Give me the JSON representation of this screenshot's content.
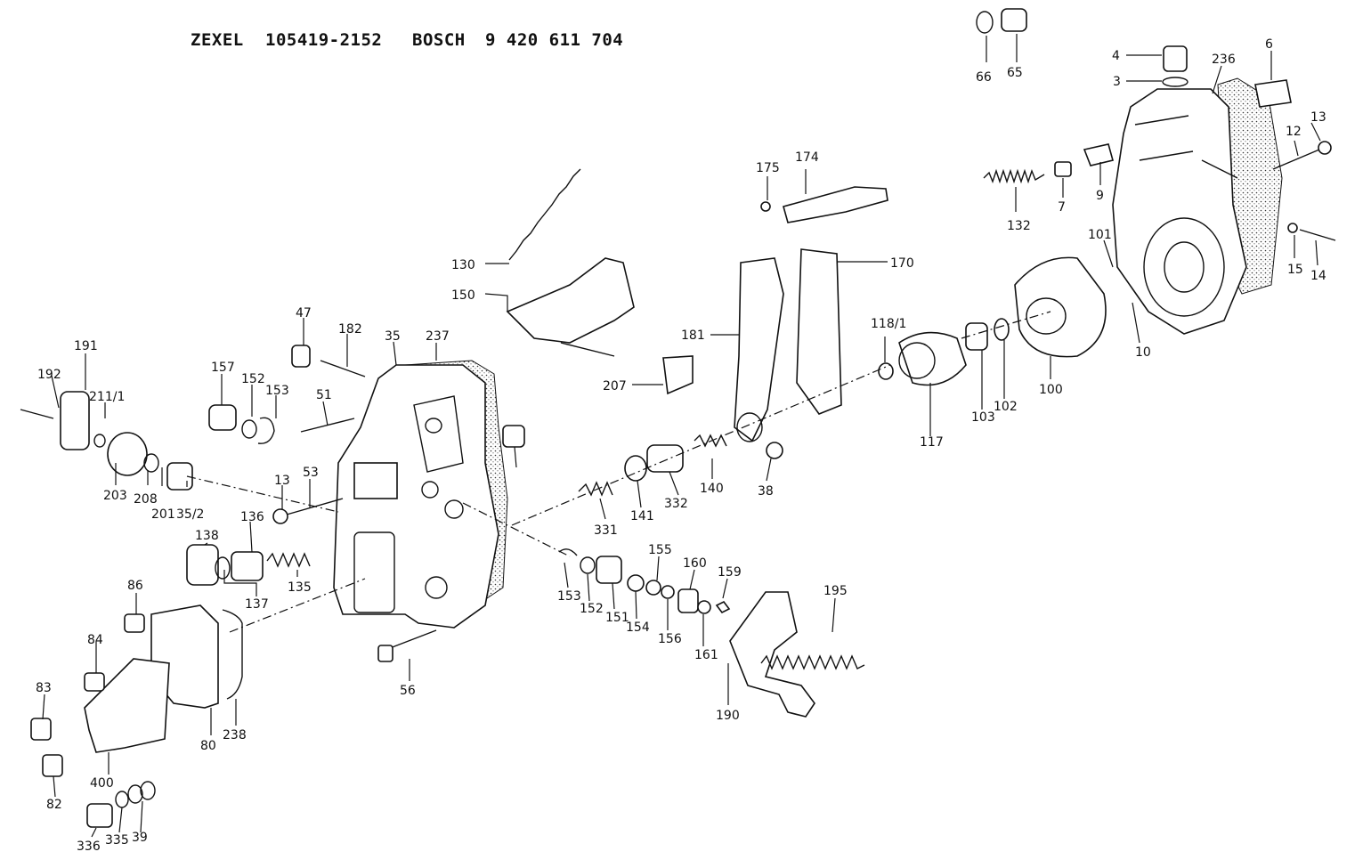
{
  "header": {
    "maker": "ZEXEL",
    "maker_number": "105419-2152",
    "brand": "BOSCH",
    "brand_number": "9 420 611 704"
  },
  "part_labels": [
    "66",
    "65",
    "4",
    "3",
    "236",
    "6",
    "13",
    "12",
    "9",
    "7",
    "132",
    "14",
    "15",
    "101",
    "10",
    "175",
    "174",
    "170",
    "130",
    "150",
    "181",
    "118/1",
    "100",
    "102",
    "103",
    "117",
    "207",
    "47",
    "182",
    "35",
    "237",
    "191",
    "192",
    "211/1",
    "157",
    "152",
    "153",
    "51",
    "203",
    "208",
    "201",
    "35/2",
    "53",
    "13",
    "136",
    "138",
    "137",
    "135",
    "140",
    "38",
    "141",
    "332",
    "331",
    "155",
    "160",
    "159",
    "195",
    "153",
    "152",
    "151",
    "154",
    "156",
    "161",
    "190",
    "86",
    "84",
    "83",
    "82",
    "400",
    "80",
    "238",
    "56",
    "336",
    "335",
    "39"
  ]
}
